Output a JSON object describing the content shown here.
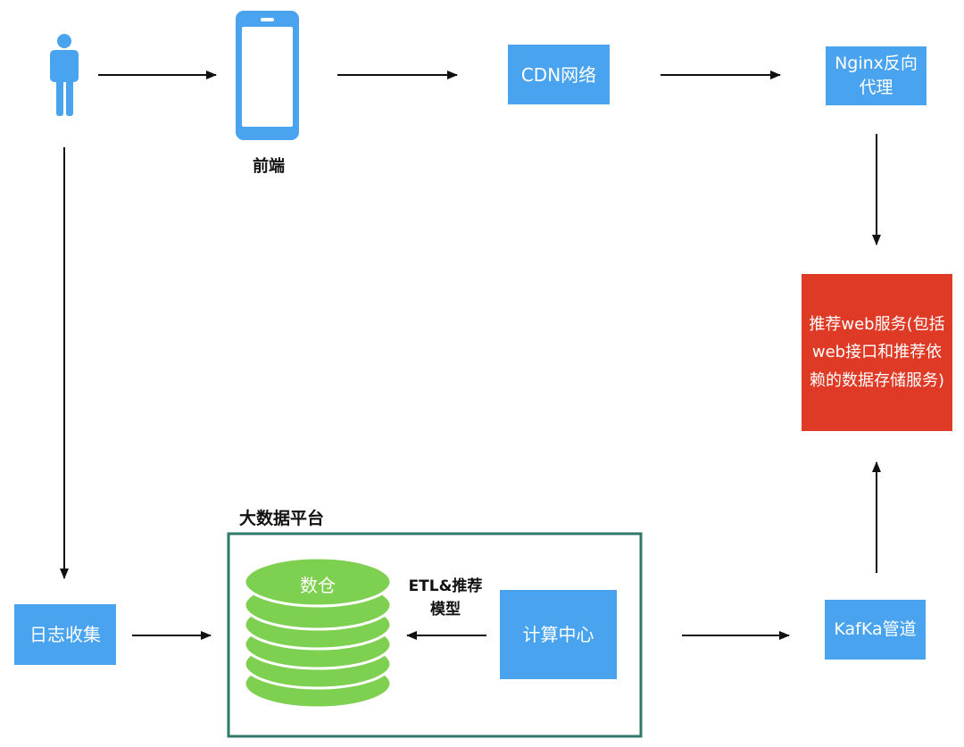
{
  "colors": {
    "box_blue": "#4aa3ee",
    "box_red": "#de3a25",
    "db_green": "#7ed050",
    "platform_border": "#2f7a6c",
    "arrow": "#111111"
  },
  "icons": {
    "user": "person-icon",
    "frontend": "mobile-phone-icon",
    "warehouse": "database-icon"
  },
  "nodes": {
    "frontend_label": "前端",
    "cdn": "CDN网络",
    "nginx": "Nginx反向代理",
    "rec_service": "推荐web服务(包括web接口和推荐依赖的数据存储服务)",
    "log_collect": "日志收集",
    "big_data_platform": "大数据平台",
    "data_warehouse": "数仓",
    "etl_label": "ETL&推荐模型",
    "compute_center": "计算中心",
    "kafka": "KafKa管道"
  }
}
